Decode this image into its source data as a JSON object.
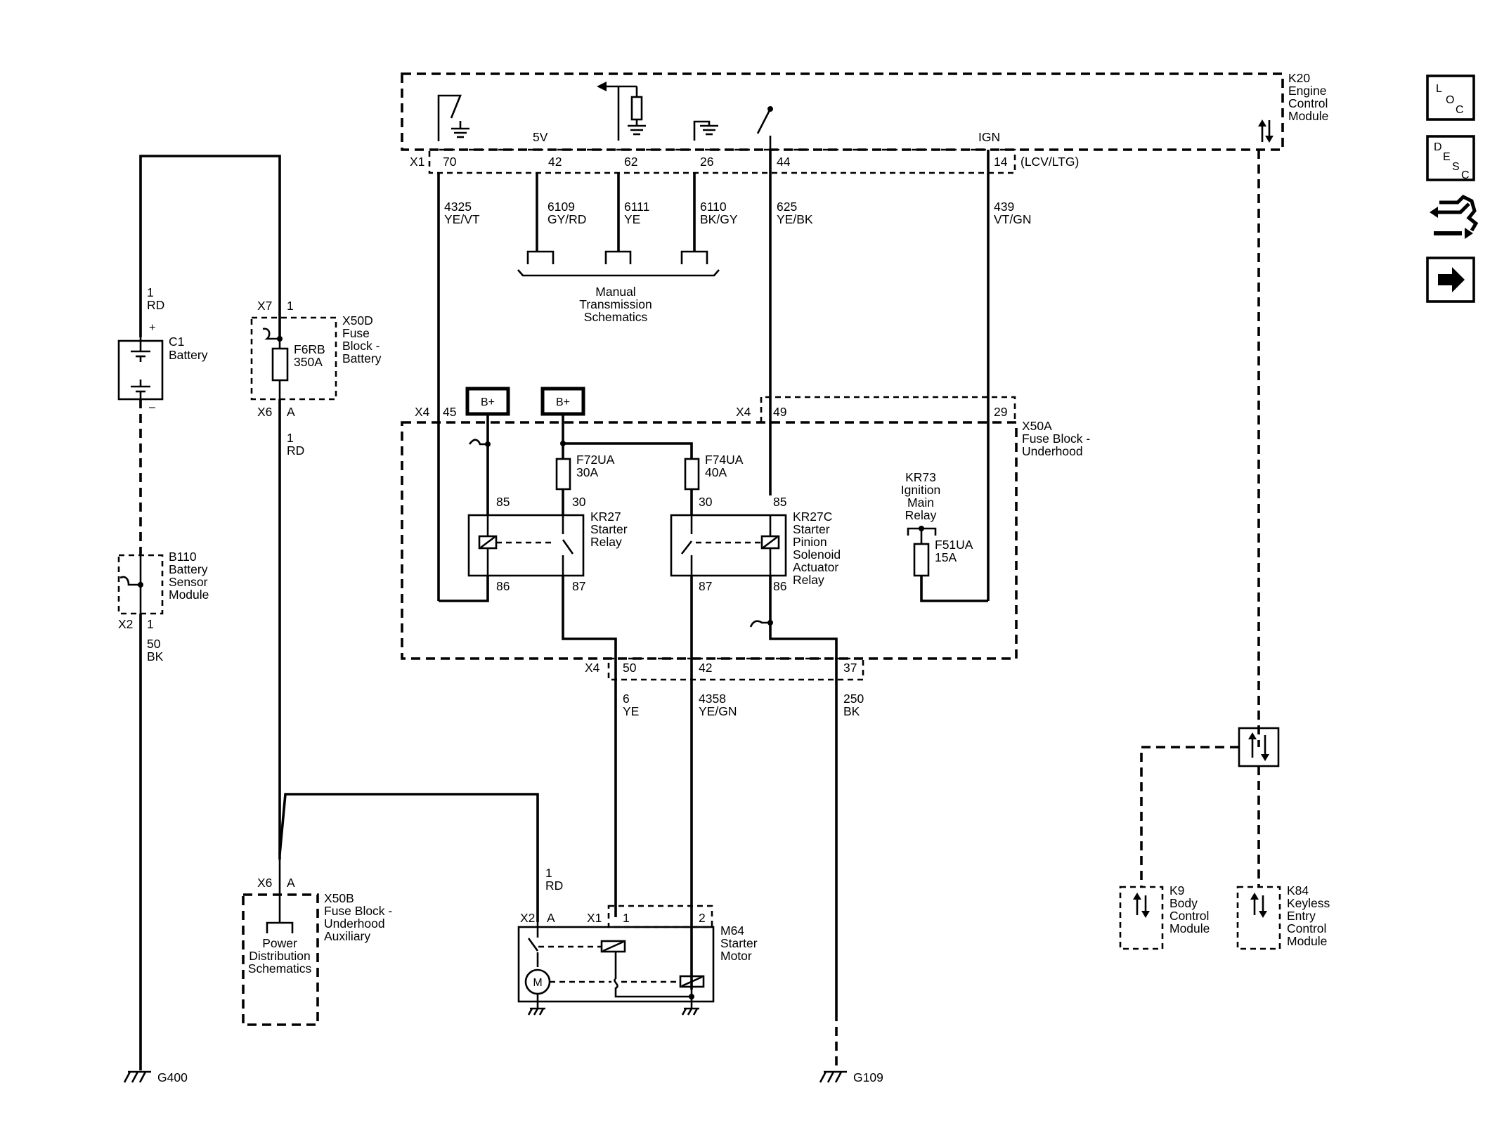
{
  "modules": {
    "k20": {
      "id": "K20",
      "l1": "Engine",
      "l2": "Control",
      "l3": "Module"
    },
    "x50d": {
      "id": "X50D",
      "l1": "Fuse",
      "l2": "Block -",
      "l3": "Battery"
    },
    "x50a": {
      "id": "X50A",
      "l1": "Fuse Block -",
      "l2": "Underhood"
    },
    "x50b": {
      "id": "X50B",
      "l1": "Fuse Block -",
      "l2": "Underhood",
      "l3": "Auxiliary"
    },
    "b110": {
      "id": "B110",
      "l1": "Battery",
      "l2": "Sensor",
      "l3": "Module"
    },
    "c1": {
      "id": "C1",
      "l1": "Battery"
    },
    "kr27": {
      "id": "KR27",
      "l1": "Starter",
      "l2": "Relay"
    },
    "kr27c": {
      "id": "KR27C",
      "l1": "Starter",
      "l2": "Pinion",
      "l3": "Solenoid",
      "l4": "Actuator",
      "l5": "Relay"
    },
    "kr73": {
      "id": "KR73",
      "l1": "Ignition",
      "l2": "Main",
      "l3": "Relay"
    },
    "m64": {
      "id": "M64",
      "l1": "Starter",
      "l2": "Motor"
    },
    "k9": {
      "id": "K9",
      "l1": "Body",
      "l2": "Control",
      "l3": "Module"
    },
    "k84": {
      "id": "K84",
      "l1": "Keyless",
      "l2": "Entry",
      "l3": "Control",
      "l4": "Module"
    }
  },
  "fuses": {
    "f6rb": {
      "id": "F6RB",
      "rating": "350A"
    },
    "f72ua": {
      "id": "F72UA",
      "rating": "30A"
    },
    "f74ua": {
      "id": "F74UA",
      "rating": "40A"
    },
    "f51ua": {
      "id": "F51UA",
      "rating": "15A"
    }
  },
  "signals": {
    "v5": "5V",
    "ign": "IGN",
    "lcv": "(LCV/LTG)"
  },
  "connectors": {
    "x1": "X1",
    "x2": "X2",
    "x4": "X4",
    "x6": "X6",
    "x7": "X7"
  },
  "pins": {
    "k20_70": "70",
    "k20_42": "42",
    "k20_62": "62",
    "k20_26": "26",
    "k20_44": "44",
    "k20_14": "14",
    "x4_45": "45",
    "x4_49": "49",
    "x4_29": "29",
    "x4_50": "50",
    "x4_42": "42",
    "x4_37": "37",
    "r85": "85",
    "r30": "30",
    "r86": "86",
    "r87": "87",
    "x7_1": "1",
    "x6_a": "A",
    "x2_1": "1",
    "x2_a": "A",
    "m64_1": "1",
    "m64_2": "2",
    "c1_plus": "+",
    "c1_minus": "–"
  },
  "wires": {
    "w4325": {
      "num": "4325",
      "color": "YE/VT"
    },
    "w6109": {
      "num": "6109",
      "color": "GY/RD"
    },
    "w6111": {
      "num": "6111",
      "color": "YE"
    },
    "w6110": {
      "num": "6110",
      "color": "BK/GY"
    },
    "w625": {
      "num": "625",
      "color": "YE/BK"
    },
    "w439": {
      "num": "439",
      "color": "VT/GN"
    },
    "w1rd_c1": {
      "num": "1",
      "color": "RD"
    },
    "w1rd_x6": {
      "num": "1",
      "color": "RD"
    },
    "w1rd_m64": {
      "num": "1",
      "color": "RD"
    },
    "w50": {
      "num": "50",
      "color": "BK"
    },
    "w6": {
      "num": "6",
      "color": "YE"
    },
    "w4358": {
      "num": "4358",
      "color": "YE/GN"
    },
    "w250": {
      "num": "250",
      "color": "BK"
    }
  },
  "refs": {
    "mt": {
      "l1": "Manual",
      "l2": "Transmission",
      "l3": "Schematics"
    },
    "pd": {
      "l1": "Power",
      "l2": "Distribution",
      "l3": "Schematics"
    }
  },
  "power": {
    "bplus": "B+"
  },
  "motor": {
    "symbol": "M"
  },
  "grounds": {
    "g400": "G400",
    "g109": "G109"
  },
  "toolbar": {
    "loc": {
      "a": "L",
      "b": "O",
      "c": "C"
    },
    "desc": {
      "a": "D",
      "b": "E",
      "c": "S",
      "d": "C"
    },
    "icons": [
      "connector-pinout-icon",
      "navigate-next-icon"
    ]
  }
}
